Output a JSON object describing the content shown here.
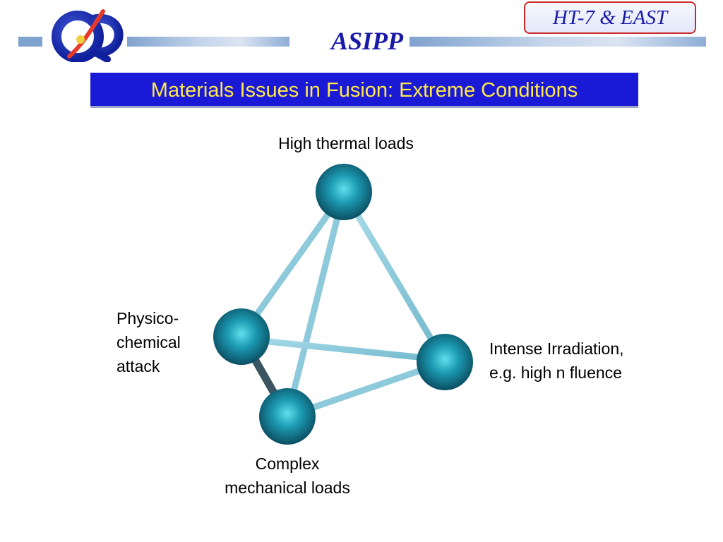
{
  "header": {
    "org_name": "ASIPP",
    "project_badge": "HT-7 & EAST",
    "accent_blue": "#1a1ad6",
    "title_text_color": "#ffe84a"
  },
  "title": "Materials Issues in Fusion: Extreme Conditions",
  "diagram": {
    "shape": "tetrahedron",
    "node_color": "#1e8ca0",
    "edge_color": "#8ecfe0",
    "nodes": {
      "top": {
        "label_lines": [
          "High thermal loads"
        ]
      },
      "left": {
        "label_lines": [
          "Physico-",
          "chemical",
          "attack"
        ]
      },
      "right": {
        "label_lines": [
          "Intense Irradiation,",
          "e.g. high n fluence"
        ]
      },
      "bottom": {
        "label_lines": [
          "Complex",
          "mechanical loads"
        ]
      }
    }
  }
}
